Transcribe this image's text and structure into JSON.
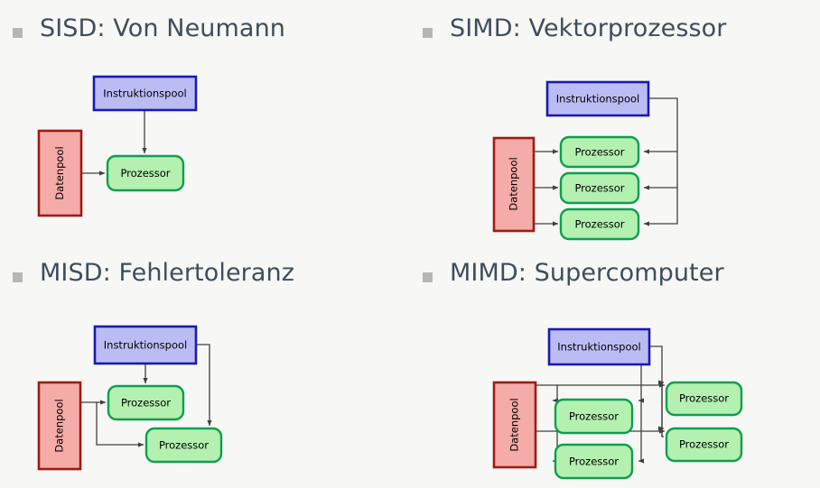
{
  "page": {
    "background_color": "#f7f7f5",
    "heading_color": "#3f4d5c",
    "bullet_color": "#b6b6b6"
  },
  "palette": {
    "instruction_fill": "#bcbcf5",
    "instruction_stroke": "#1a1ab0",
    "data_fill": "#f5aba8",
    "data_stroke": "#9e1b14",
    "processor_fill": "#b4f0b0",
    "processor_stroke": "#0e9e4e",
    "arrow_color": "#404040"
  },
  "labels": {
    "instruction_pool": "Instruktionspool",
    "data_pool": "Datenpool",
    "processor": "Prozessor"
  },
  "quadrants": [
    {
      "id": "sisd",
      "heading": "SISD: Von Neumann",
      "instruction_pools": 1,
      "data_pools": 1,
      "processors": 1
    },
    {
      "id": "simd",
      "heading": "SIMD: Vektorprozessor",
      "instruction_pools": 1,
      "data_pools": 1,
      "processors": 3
    },
    {
      "id": "misd",
      "heading": "MISD: Fehlertoleranz",
      "instruction_pools": 1,
      "data_pools": 1,
      "processors": 2
    },
    {
      "id": "mimd",
      "heading": "MIMD: Supercomputer",
      "instruction_pools": 1,
      "data_pools": 1,
      "processors": 4
    }
  ]
}
